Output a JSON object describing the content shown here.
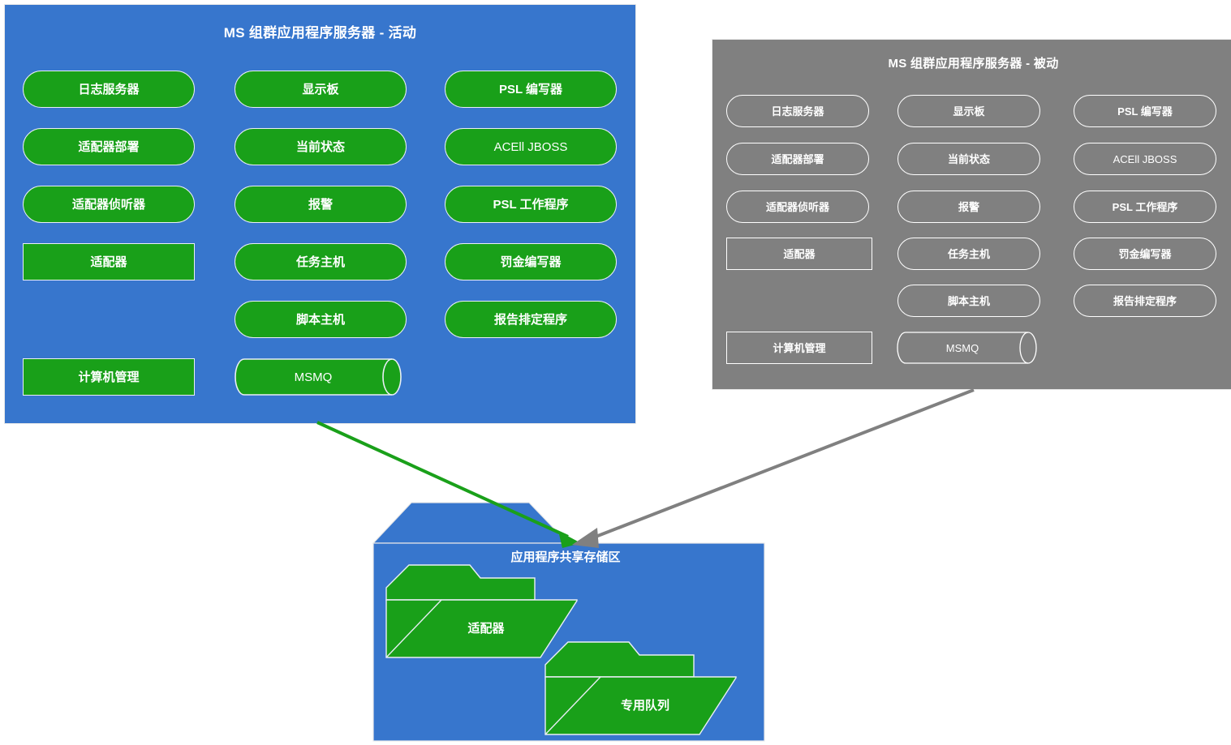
{
  "diagram": {
    "accent_blue": "#3776CD",
    "accent_green": "#19A019",
    "accent_gray": "#808080",
    "arrow_green": "#1AA01A",
    "arrow_gray": "#808080",
    "outline_white": "#FFFFFF"
  },
  "active_panel": {
    "title": "MS 组群应用程序服务器 - 活动",
    "columns": [
      {
        "name": "column-1",
        "items": [
          {
            "label": "日志服务器",
            "shape": "rounded",
            "bold": true
          },
          {
            "label": "适配器部署",
            "shape": "rounded",
            "bold": true
          },
          {
            "label": "适配器侦听器",
            "shape": "rounded",
            "bold": true
          },
          {
            "label": "适配器",
            "shape": "rect",
            "bold": true
          },
          {
            "label": "计算机管理",
            "shape": "rect",
            "bold": true
          }
        ]
      },
      {
        "name": "column-2",
        "items": [
          {
            "label": "显示板",
            "shape": "rounded",
            "bold": true
          },
          {
            "label": "当前状态",
            "shape": "rounded",
            "bold": true
          },
          {
            "label": "报警",
            "shape": "rounded",
            "bold": true
          },
          {
            "label": "任务主机",
            "shape": "rounded",
            "bold": true
          },
          {
            "label": "脚本主机",
            "shape": "rounded",
            "bold": true
          },
          {
            "label": "MSMQ",
            "shape": "cylinder",
            "bold": false
          }
        ]
      },
      {
        "name": "column-3",
        "items": [
          {
            "label": "PSL 编写器",
            "shape": "rounded",
            "bold": true
          },
          {
            "label": "ACEll JBOSS",
            "shape": "rounded",
            "bold": false
          },
          {
            "label": "PSL 工作程序",
            "shape": "rounded",
            "bold": true
          },
          {
            "label": "罚金编写器",
            "shape": "rounded",
            "bold": true
          },
          {
            "label": "报告排定程序",
            "shape": "rounded",
            "bold": true
          }
        ]
      }
    ]
  },
  "passive_panel": {
    "title": "MS 组群应用程序服务器 - 被动",
    "columns": [
      {
        "name": "column-1",
        "items": [
          {
            "label": "日志服务器",
            "shape": "rounded",
            "bold": true
          },
          {
            "label": "适配器部署",
            "shape": "rounded",
            "bold": true
          },
          {
            "label": "适配器侦听器",
            "shape": "rounded",
            "bold": true
          },
          {
            "label": "适配器",
            "shape": "rect",
            "bold": true
          },
          {
            "label": "计算机管理",
            "shape": "rect",
            "bold": true
          }
        ]
      },
      {
        "name": "column-2",
        "items": [
          {
            "label": "显示板",
            "shape": "rounded",
            "bold": true
          },
          {
            "label": "当前状态",
            "shape": "rounded",
            "bold": true
          },
          {
            "label": "报警",
            "shape": "rounded",
            "bold": true
          },
          {
            "label": "任务主机",
            "shape": "rounded",
            "bold": true
          },
          {
            "label": "脚本主机",
            "shape": "rounded",
            "bold": true
          },
          {
            "label": "MSMQ",
            "shape": "cylinder",
            "bold": false
          }
        ]
      },
      {
        "name": "column-3",
        "items": [
          {
            "label": "PSL 编写器",
            "shape": "rounded",
            "bold": true
          },
          {
            "label": "ACEll JBOSS",
            "shape": "rounded",
            "bold": false
          },
          {
            "label": "PSL 工作程序",
            "shape": "rounded",
            "bold": true
          },
          {
            "label": "罚金编写器",
            "shape": "rounded",
            "bold": true
          },
          {
            "label": "报告排定程序",
            "shape": "rounded",
            "bold": true
          }
        ]
      }
    ]
  },
  "storage": {
    "title": "应用程序共享存储区",
    "folders": [
      {
        "label": "适配器"
      },
      {
        "label": "专用队列"
      }
    ]
  },
  "connections": [
    {
      "name": "active-to-storage",
      "color": "#1AA01A",
      "from": "active-panel",
      "to": "shared-storage"
    },
    {
      "name": "passive-to-storage",
      "color": "#808080",
      "from": "passive-panel",
      "to": "shared-storage"
    }
  ]
}
